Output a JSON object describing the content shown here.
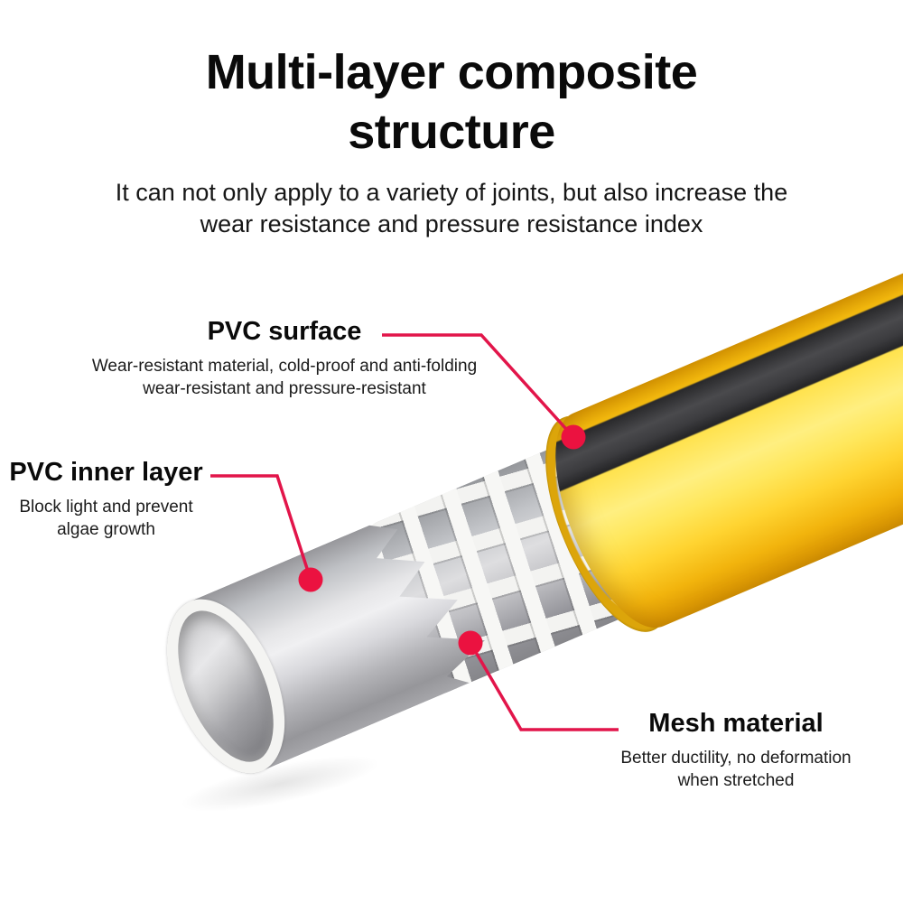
{
  "title_lines": [
    "Multi-layer composite",
    "structure"
  ],
  "subtitle_lines": [
    "It can not only apply to a variety of joints, but also increase the",
    "wear resistance and pressure resistance index"
  ],
  "callouts": {
    "pvc_surface": {
      "label": "PVC surface",
      "description": [
        "Wear-resistant material, cold-proof and anti-folding",
        "wear-resistant and pressure-resistant"
      ]
    },
    "pvc_inner_layer": {
      "label": "PVC inner layer",
      "description": [
        "Block light and prevent",
        "algae growth"
      ]
    },
    "mesh_material": {
      "label": "Mesh material",
      "description": [
        "Better ductility, no deformation",
        "when stretched"
      ]
    }
  },
  "colors": {
    "callout_line": "#E2154A",
    "callout_dot": "#EB1240",
    "hose_yellow": "#FFE14A",
    "hose_yellow_dark": "#D79602",
    "cut_rim_yellow": "#DCA50A",
    "stripe_dark": "#3C3C3F",
    "inner_tube_gray": "#D8D8DC",
    "mesh_white": "#F7F7F5",
    "text_black": "#0a0a0a"
  }
}
